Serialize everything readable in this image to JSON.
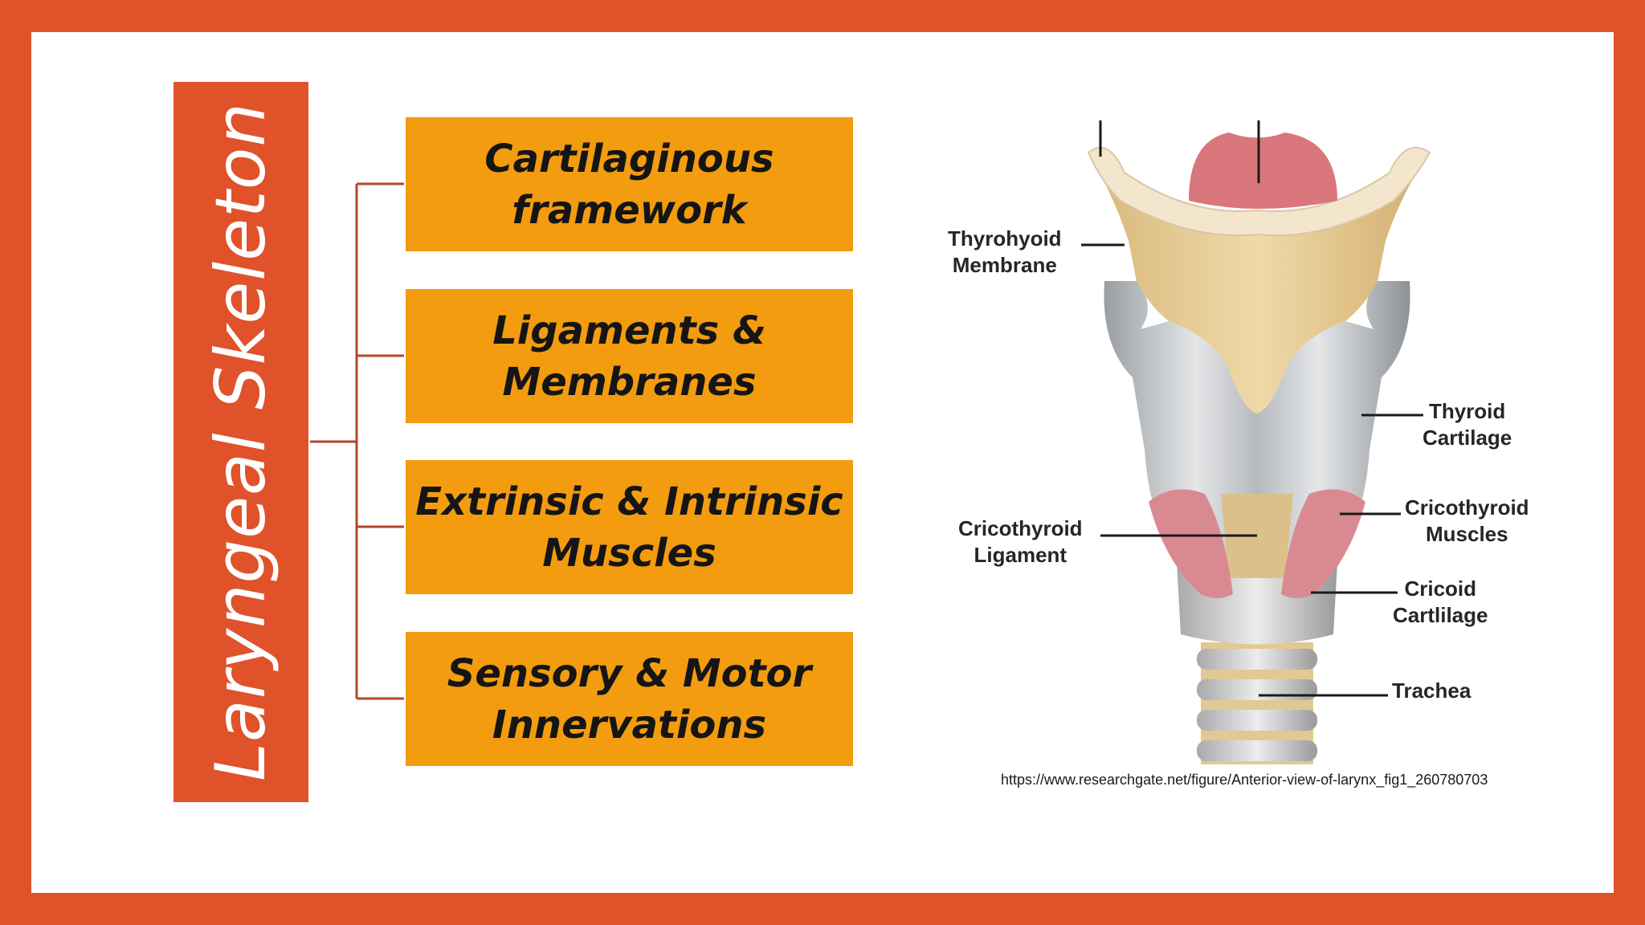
{
  "title": "Laryngeal Skeleton",
  "boxes": [
    {
      "line1": "Cartilaginous",
      "line2": "framework"
    },
    {
      "line1": "Ligaments &",
      "line2": "Membranes"
    },
    {
      "line1": "Extrinsic & Intrinsic",
      "line2": "Muscles"
    },
    {
      "line1": "Sensory & Motor",
      "line2": "Innervations"
    }
  ],
  "diagram_labels": {
    "thyrohyoid": {
      "line1": "Thyrohyoid",
      "line2": "Membrane"
    },
    "thyroid": {
      "line1": "Thyroid",
      "line2": "Cartilage"
    },
    "cricothyroid_ligament": {
      "line1": "Cricothyroid",
      "line2": "Ligament"
    },
    "cricothyroid_muscles": {
      "line1": "Cricothyroid",
      "line2": "Muscles"
    },
    "cricoid": {
      "line1": "Cricoid",
      "line2": "Cartlilage"
    },
    "trachea": {
      "line1": "Trachea"
    }
  },
  "source": "https://www.researchgate.net/figure/Anterior-view-of-larynx_fig1_260780703",
  "colors": {
    "frame": "#e0522a",
    "box": "#f39c0f",
    "text": "#151515"
  }
}
